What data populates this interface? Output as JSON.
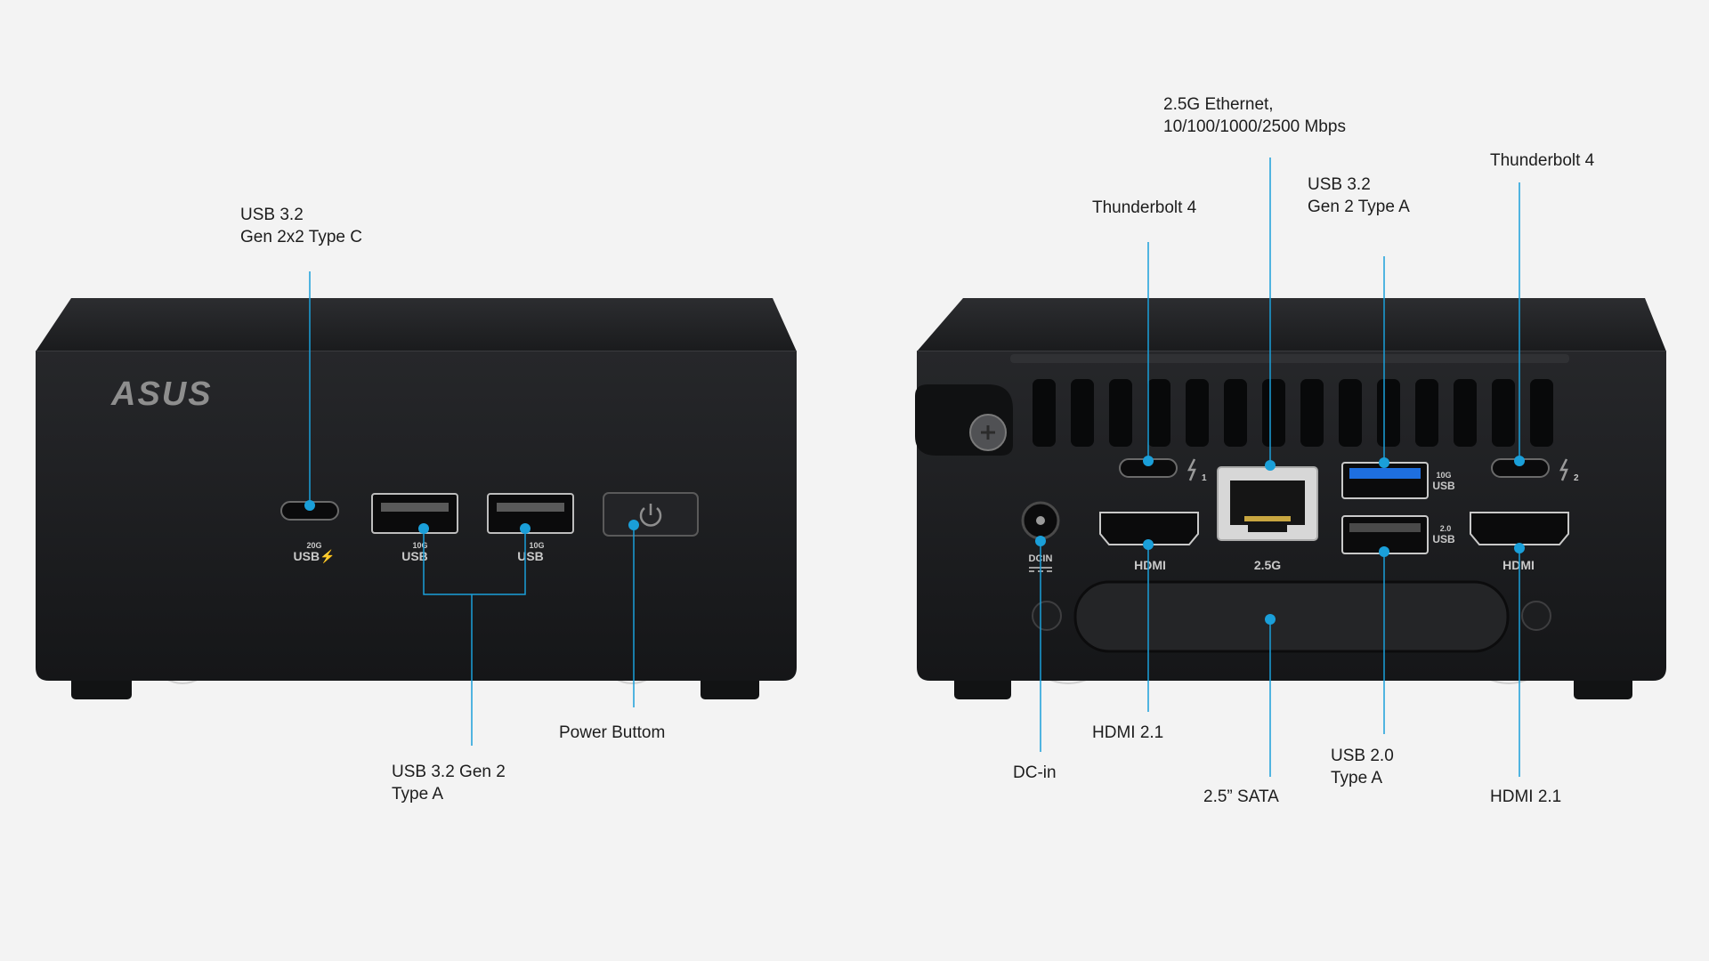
{
  "brand": "ASUS",
  "front_view": {
    "port_labels": {
      "usbc_top": "20G",
      "usbc_bottom": "USB⚡",
      "usba1_top": "10G",
      "usba1_bottom": "USB",
      "usba2_top": "10G",
      "usba2_bottom": "USB"
    },
    "callouts": {
      "usb_c": [
        "USB 3.2",
        "Gen 2x2 Type C"
      ],
      "usb_a": [
        "USB 3.2 Gen 2",
        "Type A"
      ],
      "power": [
        "Power Buttom"
      ]
    }
  },
  "rear_view": {
    "port_labels": {
      "hdmi_left": "HDMI",
      "ethernet": "2.5G",
      "hdmi_right": "HDMI",
      "usb32_top": "10G",
      "usb32_bottom": "USB",
      "usb20_top": "2.0",
      "usb20_bottom": "USB",
      "dcin": "DCIN",
      "tb_left_num": "1",
      "tb_right_num": "2"
    },
    "callouts": {
      "ethernet": [
        "2.5G Ethernet,",
        "10/100/1000/2500 Mbps"
      ],
      "thunderbolt_left": [
        "Thunderbolt 4"
      ],
      "usb32": [
        "USB 3.2",
        "Gen 2 Type A"
      ],
      "thunderbolt_right": [
        "Thunderbolt 4"
      ],
      "hdmi_left": [
        "HDMI 2.1"
      ],
      "dc_in": [
        "DC-in"
      ],
      "sata": [
        "2.5” SATA"
      ],
      "usb20": [
        "USB 2.0",
        "Type A"
      ],
      "hdmi_right": [
        "HDMI 2.1"
      ]
    }
  },
  "colors": {
    "background": "#f3f3f3",
    "chassis": "#1c1d1f",
    "accent": "#1a9fd9",
    "usb3_blue": "#1e6fe0"
  }
}
